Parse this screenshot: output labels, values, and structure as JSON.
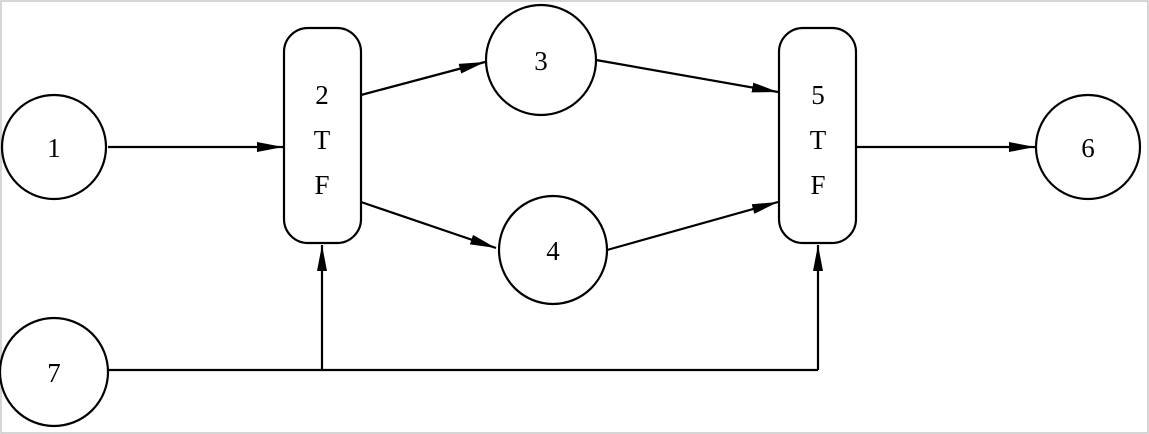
{
  "diagram": {
    "nodes": [
      {
        "id": "1",
        "shape": "circle",
        "lines": [
          "1"
        ]
      },
      {
        "id": "2",
        "shape": "rounded-rect",
        "lines": [
          "2",
          "T",
          "F"
        ]
      },
      {
        "id": "3",
        "shape": "circle",
        "lines": [
          "3"
        ]
      },
      {
        "id": "4",
        "shape": "circle",
        "lines": [
          "4"
        ]
      },
      {
        "id": "5",
        "shape": "rounded-rect",
        "lines": [
          "5",
          "T",
          "F"
        ]
      },
      {
        "id": "6",
        "shape": "circle",
        "lines": [
          "6"
        ]
      },
      {
        "id": "7",
        "shape": "circle",
        "lines": [
          "7"
        ]
      }
    ],
    "edges": [
      {
        "from": "1",
        "to": "2"
      },
      {
        "from": "2",
        "to": "3"
      },
      {
        "from": "2",
        "to": "4"
      },
      {
        "from": "3",
        "to": "5"
      },
      {
        "from": "4",
        "to": "5"
      },
      {
        "from": "5",
        "to": "6"
      },
      {
        "from": "7",
        "to": "2"
      },
      {
        "from": "7",
        "to": "5"
      }
    ]
  }
}
